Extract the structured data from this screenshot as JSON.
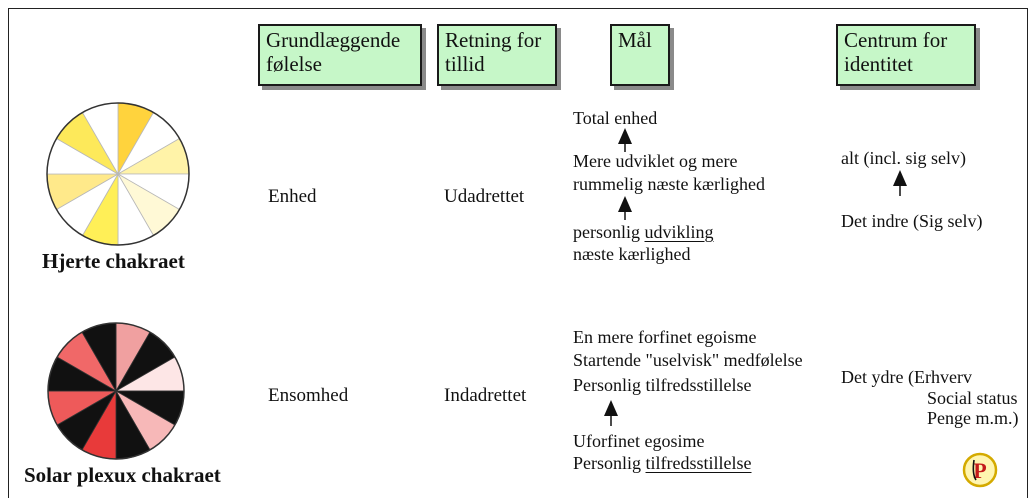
{
  "headers": {
    "basic_feeling": [
      "Grundlæggende",
      "følelse"
    ],
    "direction": [
      "Retning for",
      "tillid"
    ],
    "goal": [
      "Mål"
    ],
    "center": [
      "Centrum for",
      "identitet"
    ]
  },
  "heart": {
    "label": "Hjerte chakraet",
    "basic_feeling": "Enhed",
    "direction": "Udadrettet",
    "goal_top": "Total enhed",
    "goal_middle": [
      "Mere udviklet og mere",
      "rummelig næste kærlighed"
    ],
    "goal_bottom_prefix": "personlig ",
    "goal_bottom_underlined": "udvikling",
    "goal_bottom_line2": "næste kærlighed",
    "center_top": "alt (incl. sig selv)",
    "center_bottom": "Det indre (Sig selv)",
    "wheel_colors": [
      "#ffd33d",
      "#ffffff",
      "#fff3a8",
      "#ffffff",
      "#fff9d6",
      "#ffffff",
      "#ffef57",
      "#ffffff",
      "#ffe98a",
      "#ffffff",
      "#fde95a",
      "#ffffff"
    ]
  },
  "solar": {
    "label": "Solar plexux chakraet",
    "basic_feeling": "Ensomhed",
    "direction": "Indadrettet",
    "goal_top": [
      "En mere forfinet egoisme",
      "Startende \"uselvisk\" medfølelse",
      "Personlig tilfredsstillelse"
    ],
    "goal_bottom_line1": "Uforfinet egosime",
    "goal_bottom_prefix": "Personlig ",
    "goal_bottom_underlined": "tilfredsstillelse",
    "center_main": "Det ydre (Erhverv",
    "center_lines": [
      "Social status",
      "Penge m.m.)"
    ],
    "wheel_colors": [
      "#f0a0a0",
      "#111111",
      "#fde6e6",
      "#111111",
      "#f7b8b8",
      "#111111",
      "#e83a3a",
      "#111111",
      "#ee5a5a",
      "#111111",
      "#f06868",
      "#111111"
    ]
  },
  "logo": {
    "letter": "P",
    "ring_color": "#d4aa00",
    "fill_color": "#fff5b0",
    "letter_color": "#c41a1a"
  }
}
